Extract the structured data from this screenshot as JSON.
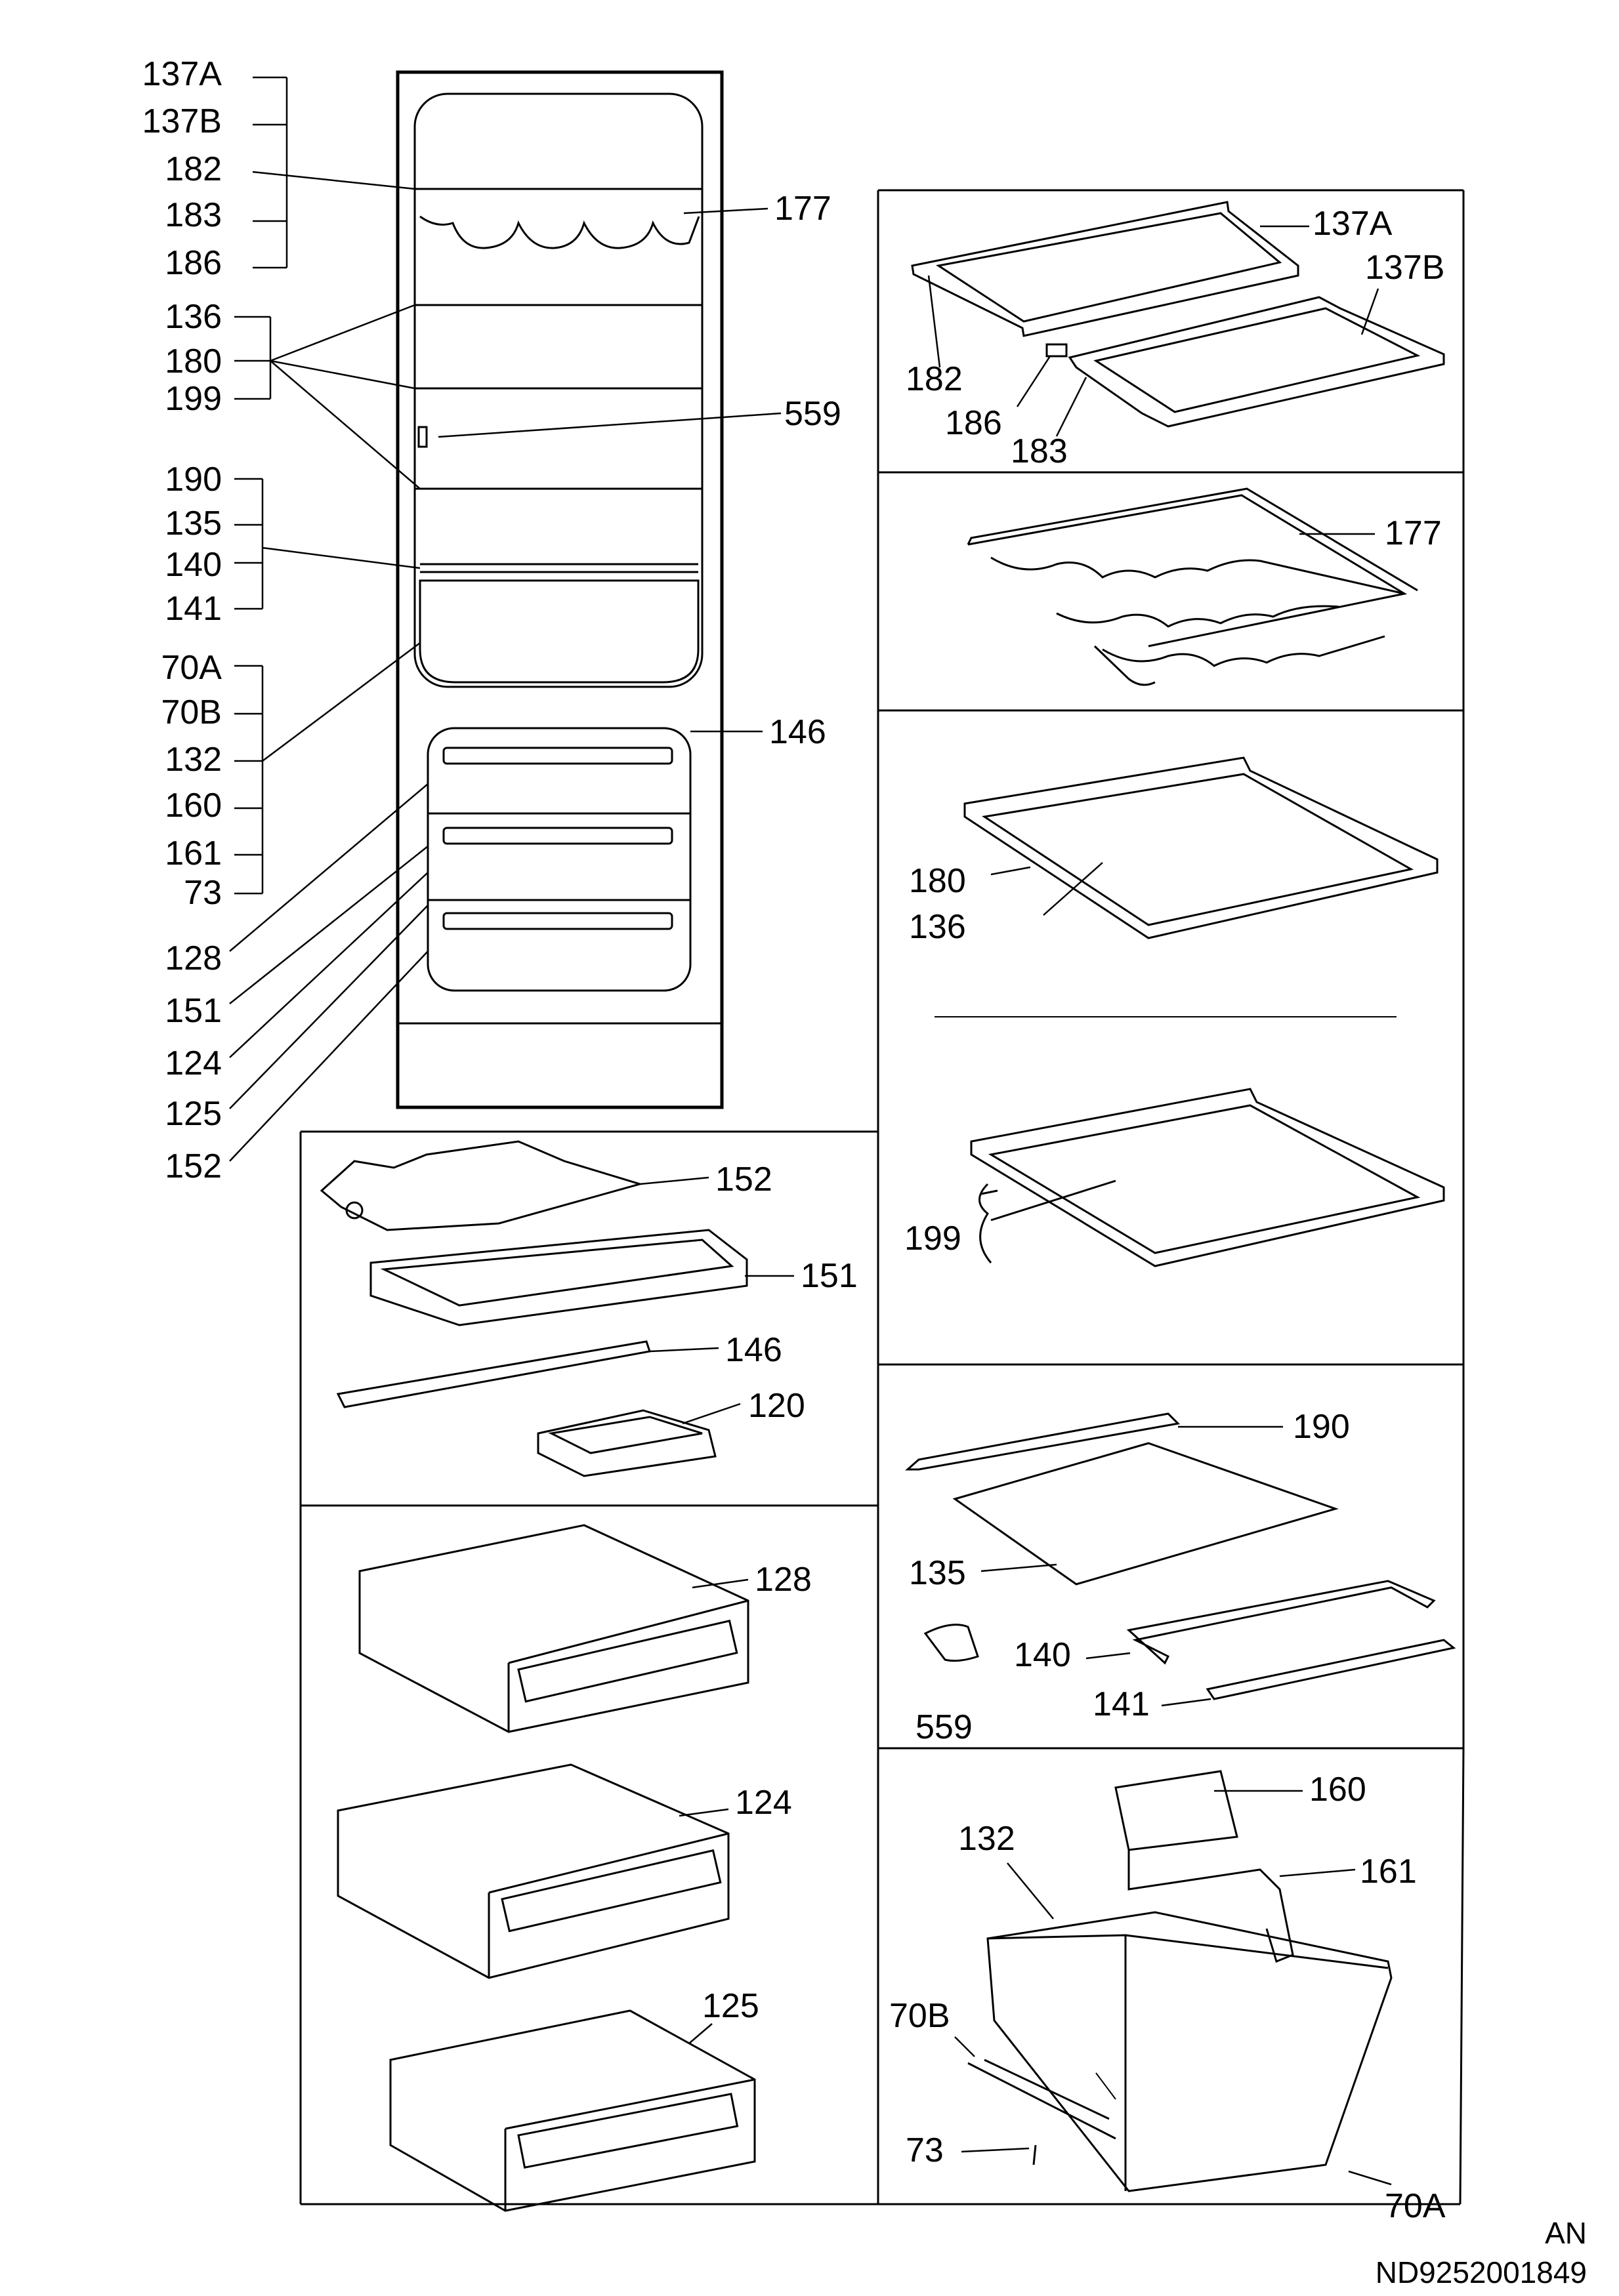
{
  "labels": {
    "fridge_left": [
      "137A",
      "137B",
      "182",
      "183",
      "186",
      "136",
      "180",
      "199",
      "190",
      "135",
      "140",
      "141",
      "70A",
      "70B",
      "132",
      "160",
      "161",
      "73",
      "128",
      "151",
      "124",
      "125",
      "152"
    ],
    "l177": "177",
    "l559": "559",
    "l146": "146",
    "p1": {
      "a": "137A",
      "b": "137B",
      "c": "182",
      "d": "186",
      "e": "183"
    },
    "p2": {
      "a": "177"
    },
    "p3": {
      "a": "180",
      "b": "136",
      "c": "199"
    },
    "p4": {
      "a": "190",
      "b": "135",
      "c": "140",
      "d": "559",
      "e": "141"
    },
    "p5": {
      "a": "160",
      "b": "132",
      "c": "161",
      "d": "70B",
      "e": "73",
      "f": "70A"
    },
    "p6": {
      "a": "152",
      "b": "151",
      "c": "146",
      "d": "120"
    },
    "p7": {
      "a": "128",
      "b": "124",
      "c": "125"
    }
  },
  "footer": {
    "code1": "AN",
    "code2": "ND9252001849"
  }
}
